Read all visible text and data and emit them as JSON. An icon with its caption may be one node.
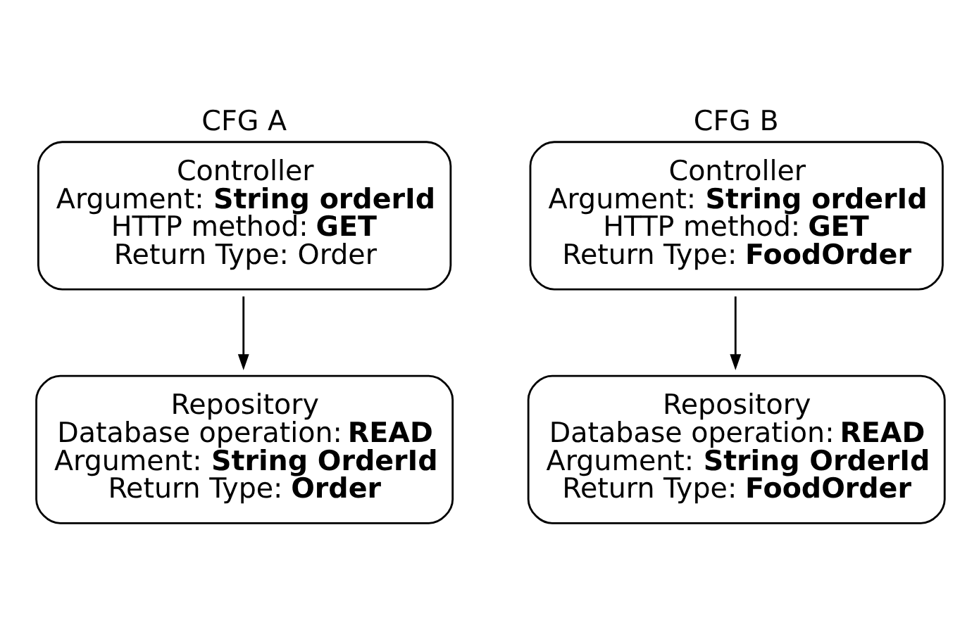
{
  "diagram": {
    "nodes": [
      {
        "text": [
          "CFG A",
          "Controller",
          "Argument: **String orderId**",
          "HTTP method: **GET**",
          "Return Type: Order"
        ]
      },
      {
        "text": [
          "Repository",
          "Database operation: **READ**",
          "Argument: **String OrderId**",
          "Return Type: **Order**"
        ]
      },
      {
        "text": [
          "CFG B",
          "Controller",
          "Argument: **String orderId**",
          "HTTP method: **GET**",
          "Return Type: **FoodOrder**"
        ]
      },
      {
        "text": [
          "Repository",
          "Database operation: **READ**",
          "Argument: **String OrderId**",
          "Return Type: **FoodOrder**"
        ]
      }
    ],
    "edges": [
      {
        "from": 0,
        "to": 1,
        "arrow": "to"
      },
      {
        "from": 2,
        "to": 3,
        "arrow": "to"
      }
    ]
  }
}
